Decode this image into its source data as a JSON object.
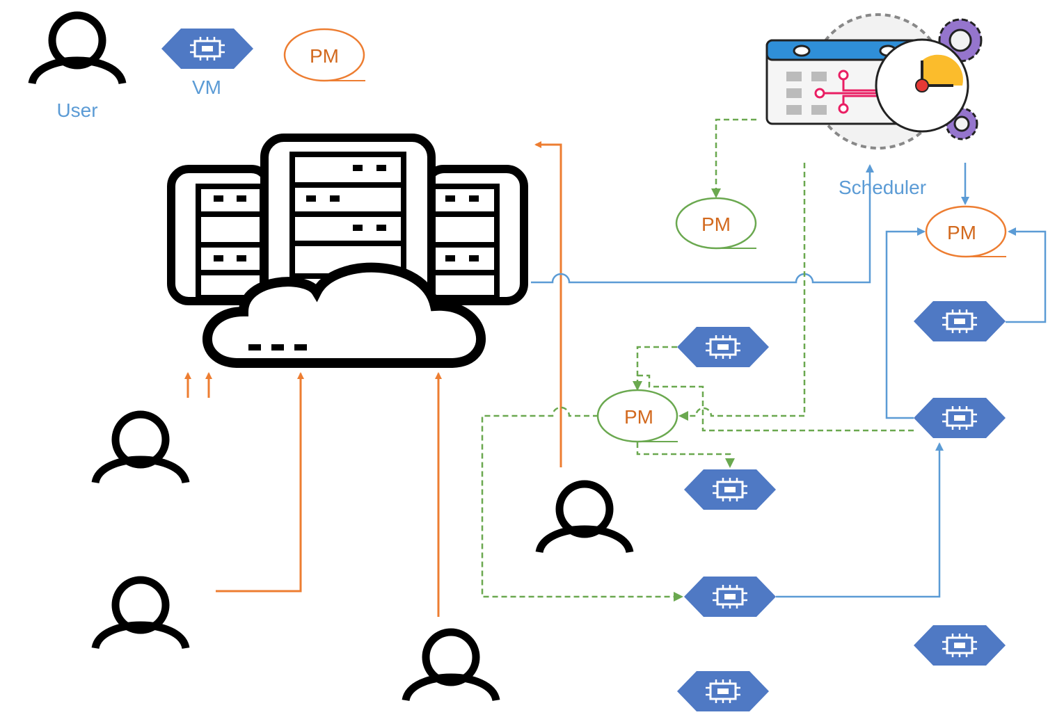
{
  "legend": {
    "user_label": "User",
    "vm_label": "VM",
    "pm_label": "PM"
  },
  "scheduler": {
    "label": "Scheduler"
  },
  "pm_nodes": [
    {
      "label": "PM"
    },
    {
      "label": "PM"
    },
    {
      "label": "PM"
    }
  ],
  "colors": {
    "vm": "#4f79c4",
    "user_request": "#ed7d31",
    "scheduler_link": "#5b9bd5",
    "migration": "#6aa84f",
    "pm_text": "#d2691e"
  }
}
